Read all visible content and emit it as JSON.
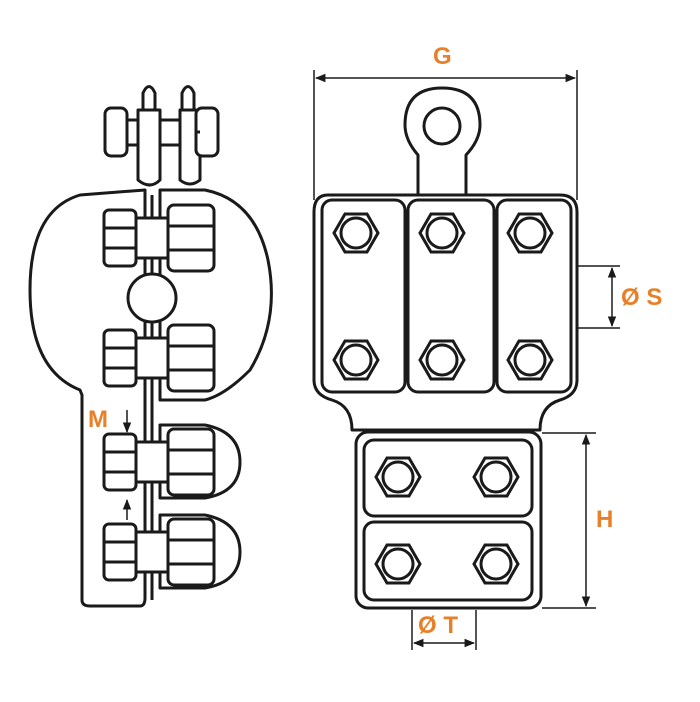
{
  "colors": {
    "line": "#1a1a1a",
    "label": "#e8802a",
    "fill": "#ffffff"
  },
  "labels": {
    "g": "G",
    "s": "Ø S",
    "h": "H",
    "t": "Ø T",
    "m": "M"
  }
}
